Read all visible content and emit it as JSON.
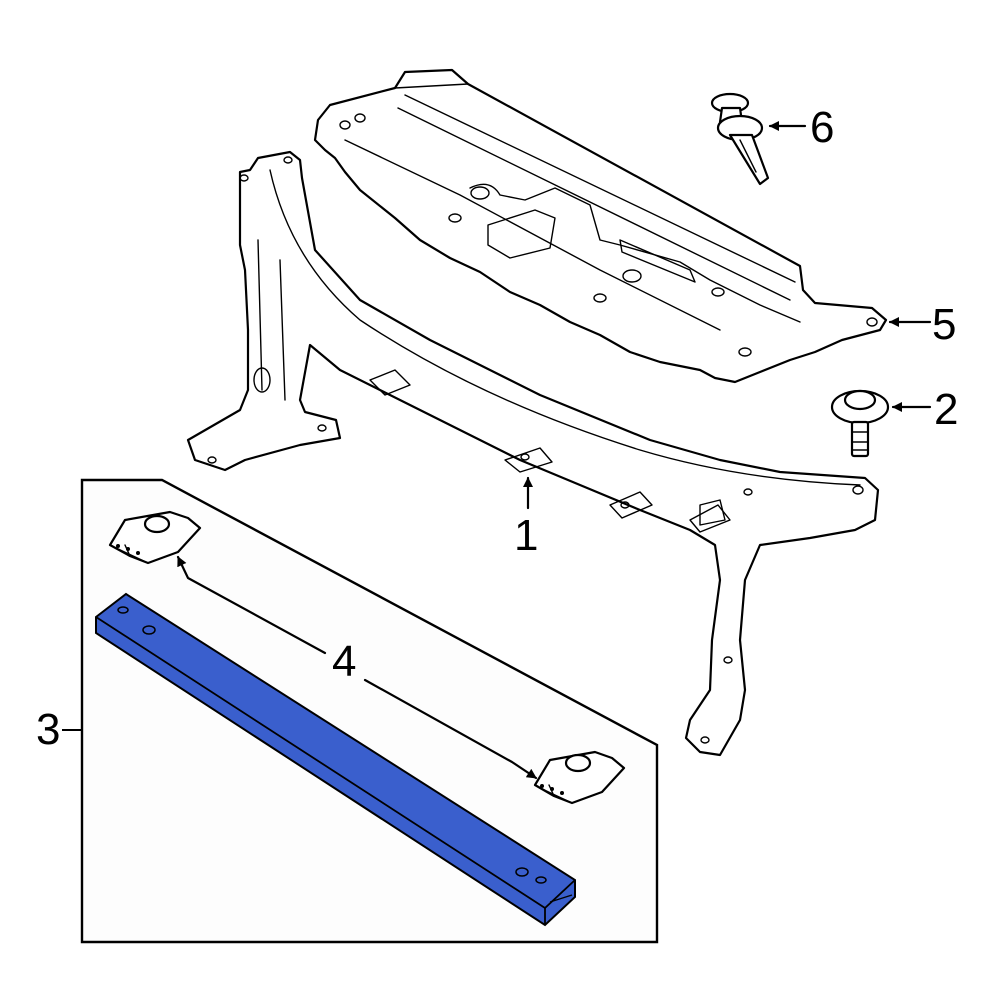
{
  "diagram": {
    "type": "exploded-parts-diagram",
    "highlight_color": "#3A5FCD",
    "inset_box_background": "#FDFDFD"
  },
  "callouts": [
    {
      "number": "1",
      "part": "radiator support"
    },
    {
      "number": "2",
      "part": "bolt"
    },
    {
      "number": "3",
      "part": "lower tie bar assembly (inset group)"
    },
    {
      "number": "4",
      "part": "mount brackets"
    },
    {
      "number": "5",
      "part": "upper cover / air deflector panel"
    },
    {
      "number": "6",
      "part": "push-pin retainer clip"
    }
  ],
  "labels": {
    "c1": "1",
    "c2": "2",
    "c3": "3",
    "c4": "4",
    "c5": "5",
    "c6": "6"
  }
}
